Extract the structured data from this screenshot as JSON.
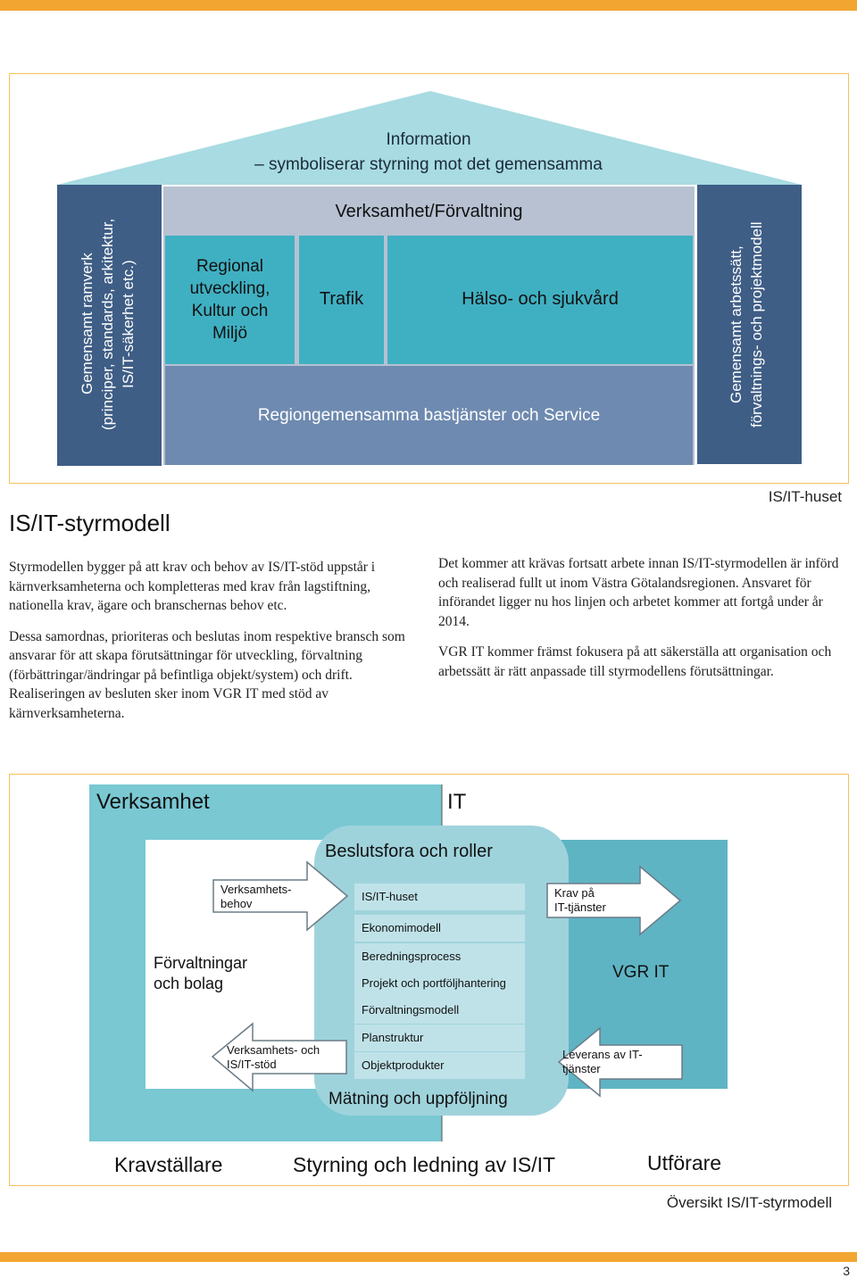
{
  "house": {
    "roof_line1": "Information",
    "roof_line2": "– symboliserar styrning mot det gemensamma",
    "left_pillar": [
      "Gemensamt ramverk",
      "(principer, standards, arkitektur,",
      "IS/IT-säkerhet etc.)"
    ],
    "right_pillar": [
      "Gemensamt arbetssätt,",
      "förvaltnings- och projektmodell"
    ],
    "band_title": "Verksamhet/Förvaltning",
    "box1": [
      "Regional",
      "utveckling,",
      "Kultur och",
      "Miljö"
    ],
    "box2": "Trafik",
    "box3": "Hälso- och sjukvård",
    "base": "Regiongemensamma bastjänster och Service",
    "caption": "IS/IT-huset"
  },
  "section": {
    "title": "IS/IT-styrmodell",
    "left_paragraphs": [
      "Styrmodellen bygger på att krav och behov av IS/IT-stöd uppstår i kärnverksamheterna och kompletteras med krav från lagstiftning, nationella krav, ägare och branschernas behov etc.",
      "Dessa samordnas, prioriteras och beslutas inom respektive bransch som ansvarar för att skapa förutsättningar för utveckling, förvaltning (förbättringar/ändringar på befintliga objekt/system) och drift. Realiseringen av besluten sker inom VGR IT med stöd av kärnverksamheterna."
    ],
    "right_paragraphs": [
      "Det kommer att krävas fortsatt arbete innan IS/IT-styrmodellen är införd och realiserad fullt ut inom Västra Götalandsregionen. Ansvaret för införandet ligger nu hos linjen och arbetet kommer att fortgå under år 2014.",
      "VGR IT kommer främst fokusera på att säkerställa att organisation och arbetssätt är rätt anpassade till styrmodellens förutsättningar."
    ]
  },
  "model": {
    "verksamhet": "Verksamhet",
    "it": "IT",
    "beslutsfora": "Beslutsfora och roller",
    "items": [
      "IS/IT-huset",
      "Ekonomimodell",
      "Beredningsprocess",
      "Projekt och portföljhantering",
      "Förvaltningsmodell",
      "Planstruktur",
      "Objektprodukter"
    ],
    "matning": "Mätning och uppföljning",
    "arrow_tl": [
      "Verksamhets-",
      "behov"
    ],
    "arrow_bl": [
      "Verksamhets- och",
      "IS/IT-stöd"
    ],
    "arrow_tr": [
      "Krav på",
      "IT-tjänster"
    ],
    "arrow_br": [
      "Leverans av IT-",
      "tjänster"
    ],
    "forvaltningar": [
      "Förvaltningar",
      "och bolag"
    ],
    "vgr_it": "VGR IT",
    "kravstallare": "Kravställare",
    "styrning": "Styrning och ledning av IS/IT",
    "utforare": "Utförare",
    "caption": "Översikt IS/IT-styrmodell"
  },
  "page_number": "3"
}
